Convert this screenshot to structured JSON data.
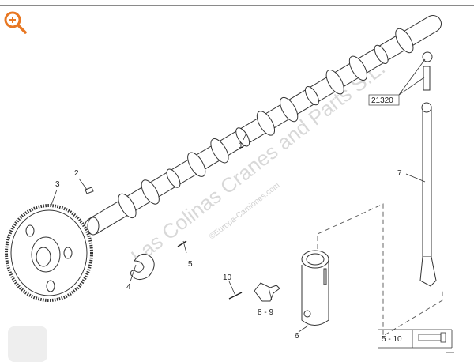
{
  "diagram": {
    "callouts": {
      "camshaft": "1",
      "key": "2",
      "gear": "3",
      "thrust_plate": "4",
      "screw_5": "5",
      "tappet": "6",
      "pushrod": "7",
      "plate": "8 - 9",
      "screw_10": "10",
      "ref_box": "21320",
      "torque_table": "5 - 10"
    },
    "watermark": {
      "main": "Las Colinas Cranes and Parts S.L.",
      "sub": "©Europa-Camiones.com"
    }
  },
  "colors": {
    "zoom_icon": "#e87722"
  }
}
